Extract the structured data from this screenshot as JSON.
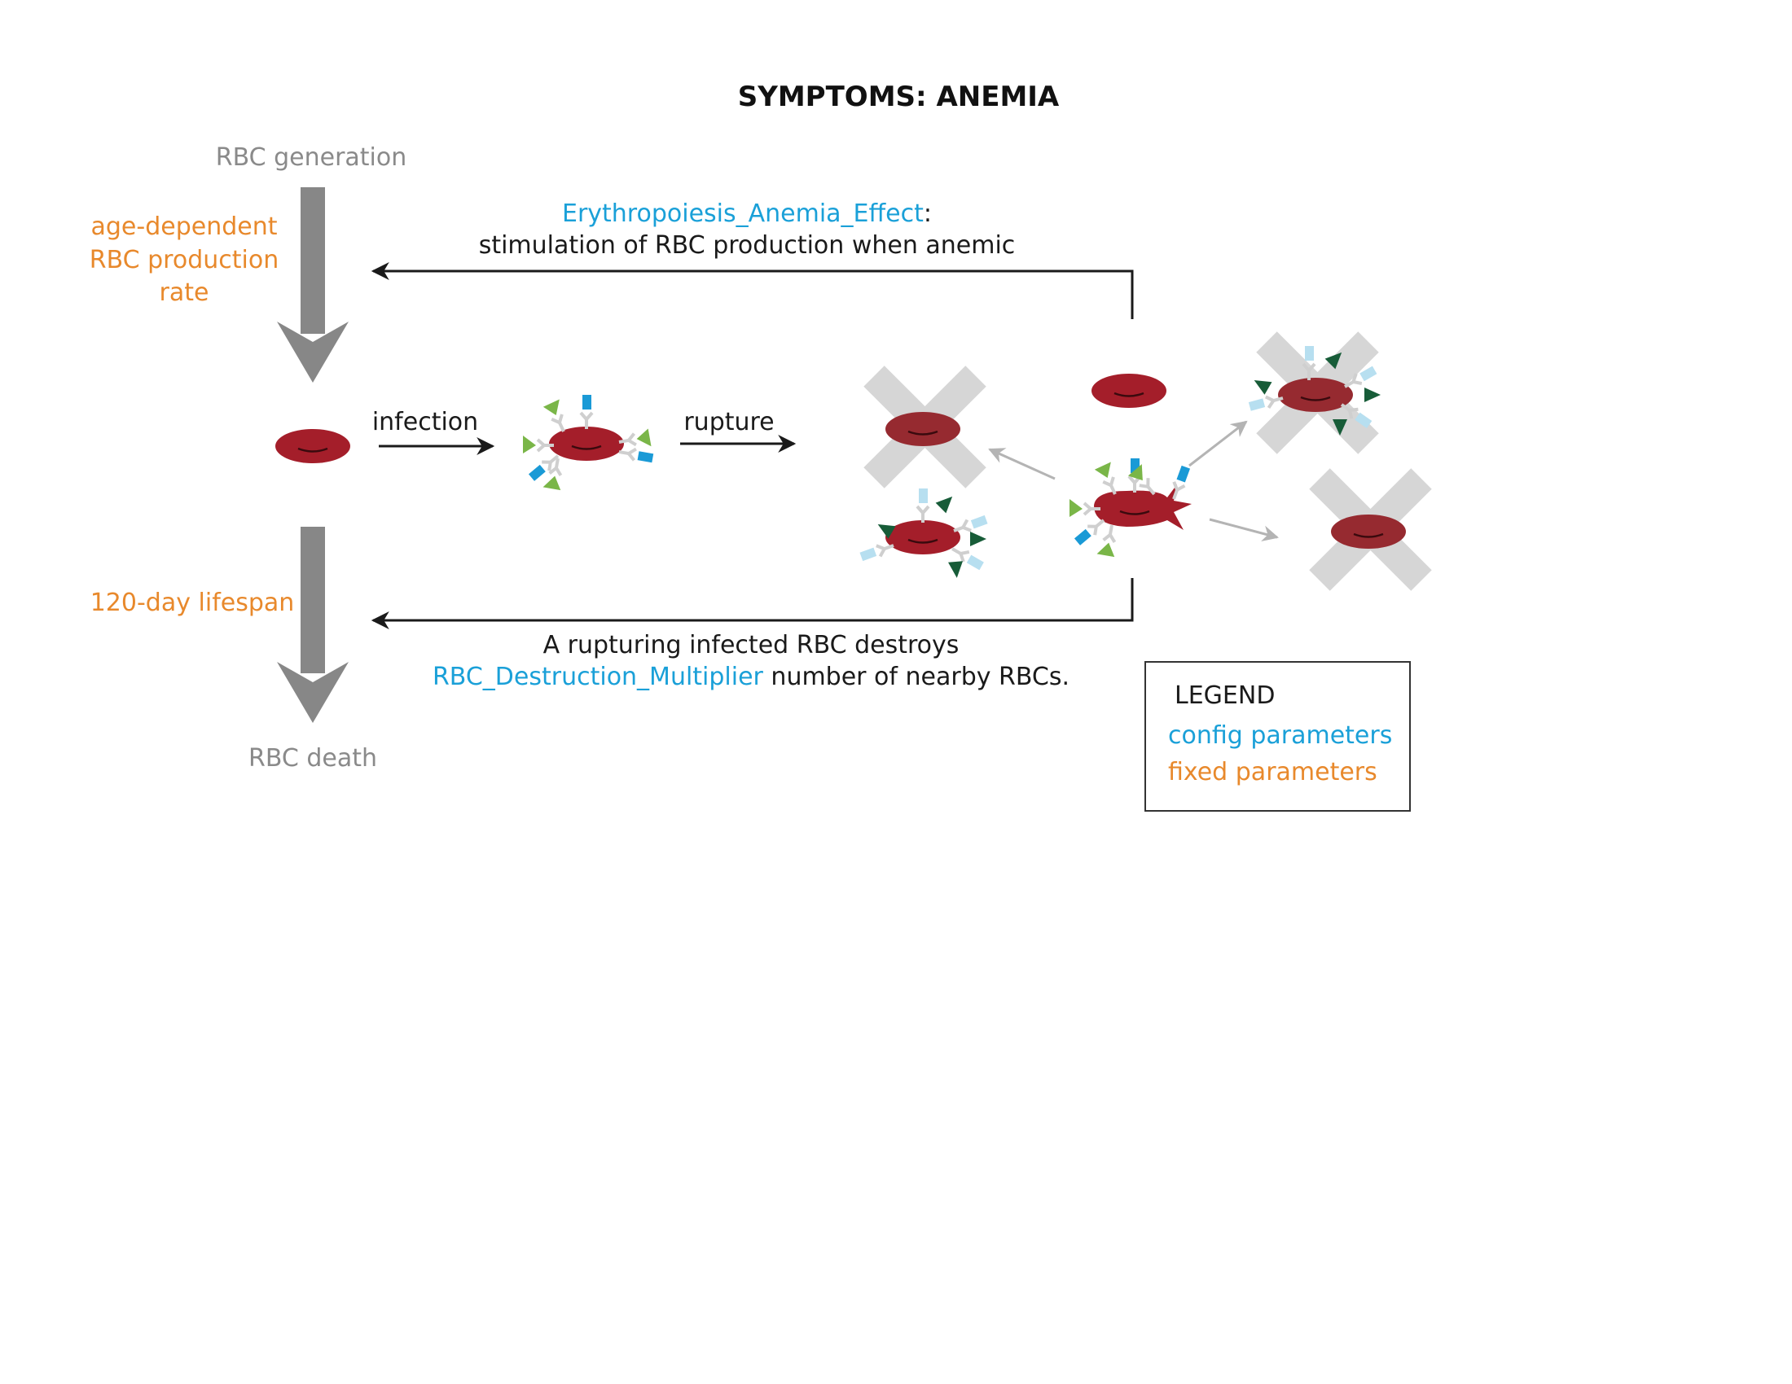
{
  "title": "SYMPTOMS: ANEMIA",
  "flow": {
    "generation_label": "RBC generation",
    "production_rate_lines": [
      "age-dependent",
      "RBC production",
      "rate"
    ],
    "lifespan_label": "120-day lifespan",
    "death_label": "RBC death",
    "infection_label": "infection",
    "rupture_label": "rupture"
  },
  "feedback": {
    "param_name": "Erythropoiesis_Anemia_Effect",
    "param_suffix": ":",
    "description": "stimulation of RBC production when anemic"
  },
  "destruction": {
    "line1": "A rupturing infected RBC destroys",
    "param_name": "RBC_Destruction_Multiplier",
    "line2_rest": " number of nearby RBCs."
  },
  "legend": {
    "title": "LEGEND",
    "config_label": "config parameters",
    "fixed_label": "fixed parameters"
  },
  "colors": {
    "config": "#1aa0d8",
    "fixed": "#e8892c",
    "rbc": "#a41e2a",
    "big_arrow": "#878787",
    "x_mark": "#d6d6d6",
    "thin_gray_arrow": "#b4b4b4"
  }
}
